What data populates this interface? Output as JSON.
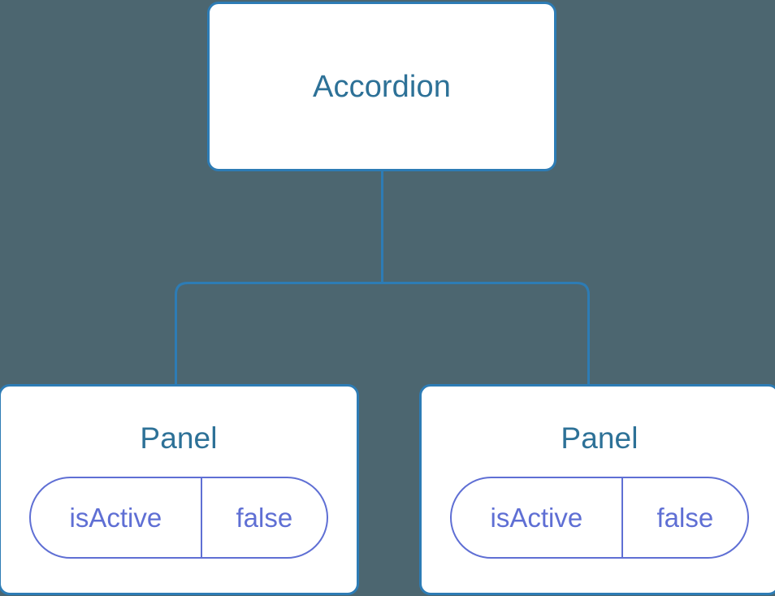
{
  "diagram": {
    "type": "component-tree",
    "background_color": "#4c6670",
    "node_fill": "#ffffff",
    "node_border_color": "#2d7cb5",
    "node_title_color": "#2d7197",
    "pill_color": "#5f6fd4",
    "connector_color": "#2d7cb5",
    "root": {
      "label": "Accordion"
    },
    "children": [
      {
        "label": "Panel",
        "state": {
          "key": "isActive",
          "value": "false"
        }
      },
      {
        "label": "Panel",
        "state": {
          "key": "isActive",
          "value": "false"
        }
      }
    ]
  }
}
